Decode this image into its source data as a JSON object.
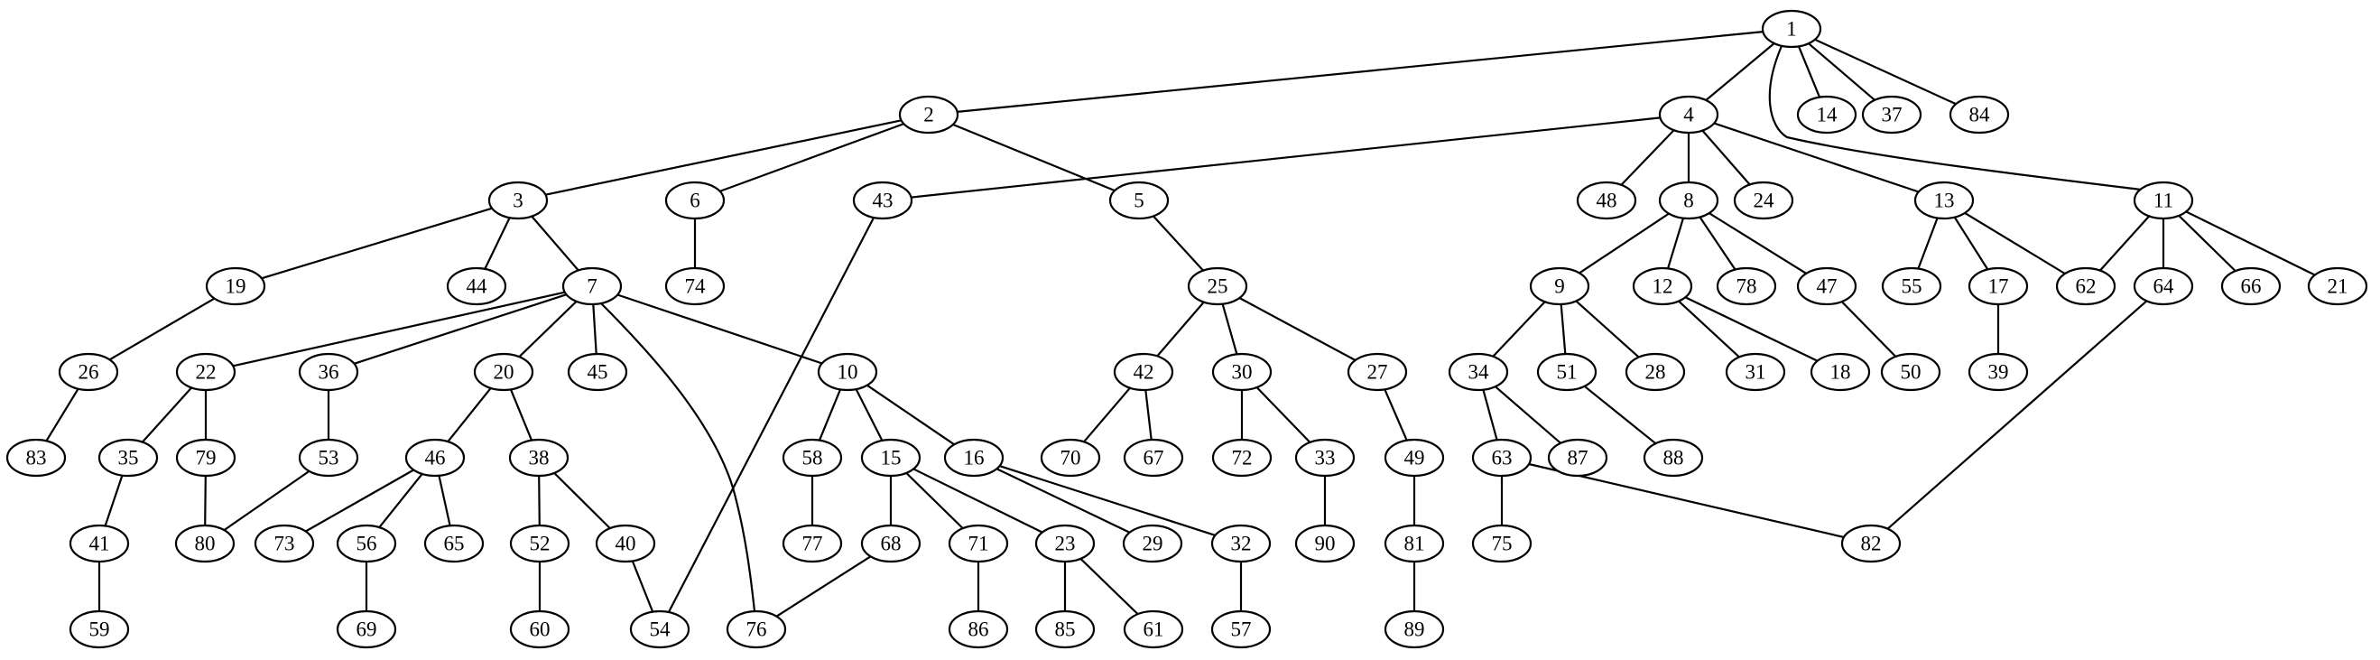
{
  "graph": {
    "type": "tree",
    "nodes": [
      "1",
      "2",
      "4",
      "14",
      "37",
      "84",
      "11",
      "3",
      "6",
      "5",
      "43",
      "48",
      "8",
      "24",
      "13",
      "62",
      "64",
      "66",
      "21",
      "19",
      "44",
      "7",
      "74",
      "25",
      "9",
      "12",
      "78",
      "47",
      "55",
      "17",
      "26",
      "22",
      "36",
      "20",
      "45",
      "10",
      "42",
      "30",
      "27",
      "34",
      "51",
      "28",
      "31",
      "18",
      "50",
      "39",
      "83",
      "35",
      "79",
      "53",
      "46",
      "38",
      "58",
      "15",
      "16",
      "70",
      "67",
      "72",
      "33",
      "49",
      "63",
      "87",
      "88",
      "82",
      "41",
      "80",
      "73",
      "56",
      "65",
      "52",
      "40",
      "77",
      "68",
      "71",
      "23",
      "29",
      "32",
      "90",
      "81",
      "75",
      "59",
      "69",
      "60",
      "54",
      "76",
      "86",
      "85",
      "61",
      "57",
      "89"
    ],
    "edges": [
      [
        "1",
        "2"
      ],
      [
        "1",
        "4"
      ],
      [
        "1",
        "14"
      ],
      [
        "1",
        "37"
      ],
      [
        "1",
        "84"
      ],
      [
        "1",
        "11"
      ],
      [
        "2",
        "3"
      ],
      [
        "2",
        "6"
      ],
      [
        "2",
        "5"
      ],
      [
        "4",
        "43"
      ],
      [
        "4",
        "48"
      ],
      [
        "4",
        "8"
      ],
      [
        "4",
        "24"
      ],
      [
        "4",
        "13"
      ],
      [
        "11",
        "62"
      ],
      [
        "11",
        "64"
      ],
      [
        "11",
        "66"
      ],
      [
        "11",
        "21"
      ],
      [
        "3",
        "19"
      ],
      [
        "3",
        "44"
      ],
      [
        "3",
        "7"
      ],
      [
        "6",
        "74"
      ],
      [
        "5",
        "25"
      ],
      [
        "43",
        "54"
      ],
      [
        "8",
        "9"
      ],
      [
        "8",
        "12"
      ],
      [
        "8",
        "78"
      ],
      [
        "8",
        "47"
      ],
      [
        "13",
        "55"
      ],
      [
        "13",
        "17"
      ],
      [
        "13",
        "62"
      ],
      [
        "64",
        "82"
      ],
      [
        "19",
        "26"
      ],
      [
        "7",
        "22"
      ],
      [
        "7",
        "36"
      ],
      [
        "7",
        "20"
      ],
      [
        "7",
        "45"
      ],
      [
        "7",
        "76"
      ],
      [
        "7",
        "10"
      ],
      [
        "25",
        "42"
      ],
      [
        "25",
        "30"
      ],
      [
        "25",
        "27"
      ],
      [
        "9",
        "34"
      ],
      [
        "9",
        "51"
      ],
      [
        "9",
        "28"
      ],
      [
        "12",
        "31"
      ],
      [
        "12",
        "18"
      ],
      [
        "47",
        "50"
      ],
      [
        "17",
        "39"
      ],
      [
        "26",
        "83"
      ],
      [
        "22",
        "35"
      ],
      [
        "22",
        "79"
      ],
      [
        "36",
        "53"
      ],
      [
        "20",
        "46"
      ],
      [
        "20",
        "38"
      ],
      [
        "10",
        "58"
      ],
      [
        "10",
        "15"
      ],
      [
        "10",
        "16"
      ],
      [
        "42",
        "70"
      ],
      [
        "42",
        "67"
      ],
      [
        "30",
        "72"
      ],
      [
        "30",
        "33"
      ],
      [
        "27",
        "49"
      ],
      [
        "34",
        "63"
      ],
      [
        "34",
        "87"
      ],
      [
        "51",
        "88"
      ],
      [
        "35",
        "41"
      ],
      [
        "79",
        "80"
      ],
      [
        "53",
        "80"
      ],
      [
        "46",
        "73"
      ],
      [
        "46",
        "56"
      ],
      [
        "46",
        "65"
      ],
      [
        "38",
        "52"
      ],
      [
        "38",
        "40"
      ],
      [
        "58",
        "77"
      ],
      [
        "15",
        "68"
      ],
      [
        "15",
        "71"
      ],
      [
        "15",
        "23"
      ],
      [
        "16",
        "29"
      ],
      [
        "16",
        "32"
      ],
      [
        "33",
        "90"
      ],
      [
        "49",
        "81"
      ],
      [
        "63",
        "75"
      ],
      [
        "63",
        "82"
      ],
      [
        "41",
        "59"
      ],
      [
        "56",
        "69"
      ],
      [
        "52",
        "60"
      ],
      [
        "40",
        "54"
      ],
      [
        "68",
        "76"
      ],
      [
        "71",
        "86"
      ],
      [
        "23",
        "85"
      ],
      [
        "23",
        "61"
      ],
      [
        "32",
        "57"
      ],
      [
        "81",
        "89"
      ]
    ]
  }
}
